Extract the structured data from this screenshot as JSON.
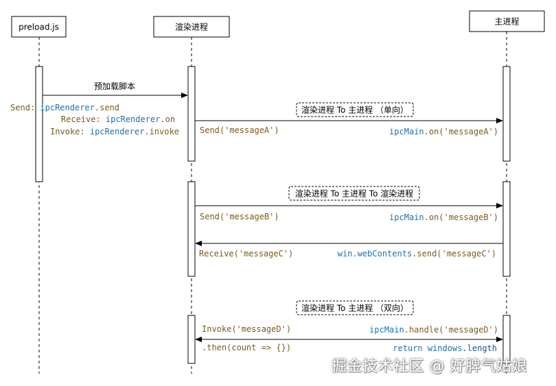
{
  "participants": {
    "preload": "preload.js",
    "renderer": "渲染进程",
    "main": "主进程"
  },
  "messages": {
    "preload_label": "预加载脚本",
    "send_key": "Send: ",
    "send_val": "ipcRenderer",
    "send_method": ".send",
    "receive_key": "Receive: ",
    "receive_val": "ipcRenderer",
    "receive_method": ".on",
    "invoke_key": "Invoke: ",
    "invoke_val": "ipcRenderer",
    "invoke_method": ".invoke"
  },
  "section1": {
    "title": "渲染进程 To 主进程 （单向）",
    "send": "Send('messageA')",
    "main_obj": "ipcMain",
    "main_call": ".on('messageA')"
  },
  "section2": {
    "title": "渲染进程 To 主进程 To 渲染进程",
    "send": "Send('messageB')",
    "main_obj": "ipcMain",
    "main_call": ".on('messageB')",
    "receive": "Receive('messageC')",
    "win_obj": "win.webContents",
    "win_call": ".send('messageC')"
  },
  "section3": {
    "title": "渲染进程 To 主进程 （双向）",
    "invoke": "Invoke('messageD')",
    "main_obj": "ipcMain",
    "main_call": ".handle('messageD')",
    "then": ".then(count => {})",
    "return_kw": "return ",
    "return_obj": "windows",
    "return_prop": ".length"
  },
  "watermark": "掘金技术社区 @ 好脾气姑娘",
  "colors": {
    "line": "#000000",
    "string": "#7a5a1e",
    "identifier": "#1f6fae",
    "keyword": "#1f4f8a"
  }
}
